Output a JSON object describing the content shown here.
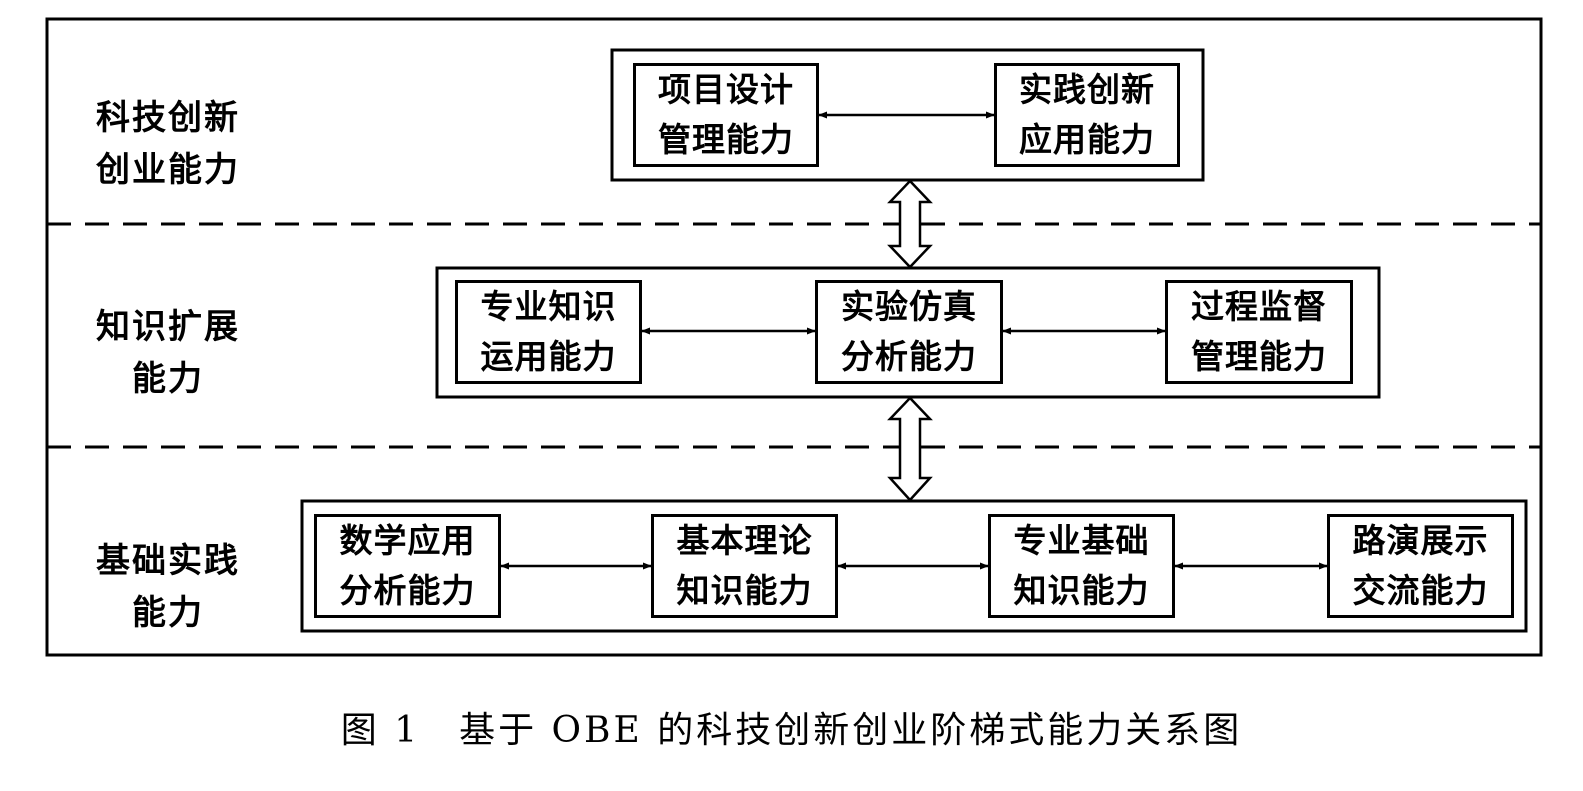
{
  "levels": [
    {
      "line1": "科技创新",
      "line2": "创业能力"
    },
    {
      "line1": "知识扩展",
      "line2": "能力"
    },
    {
      "line1": "基础实践",
      "line2": "能力"
    }
  ],
  "boxes": {
    "top": [
      {
        "line1": "项目设计",
        "line2": "管理能力"
      },
      {
        "line1": "实践创新",
        "line2": "应用能力"
      }
    ],
    "middle": [
      {
        "line1": "专业知识",
        "line2": "运用能力"
      },
      {
        "line1": "实验仿真",
        "line2": "分析能力"
      },
      {
        "line1": "过程监督",
        "line2": "管理能力"
      }
    ],
    "bottom": [
      {
        "line1": "数学应用",
        "line2": "分析能力"
      },
      {
        "line1": "基本理论",
        "line2": "知识能力"
      },
      {
        "line1": "专业基础",
        "line2": "知识能力"
      },
      {
        "line1": "路演展示",
        "line2": "交流能力"
      }
    ]
  },
  "caption": "图 1　基于 OBE 的科技创新创业阶梯式能力关系图"
}
